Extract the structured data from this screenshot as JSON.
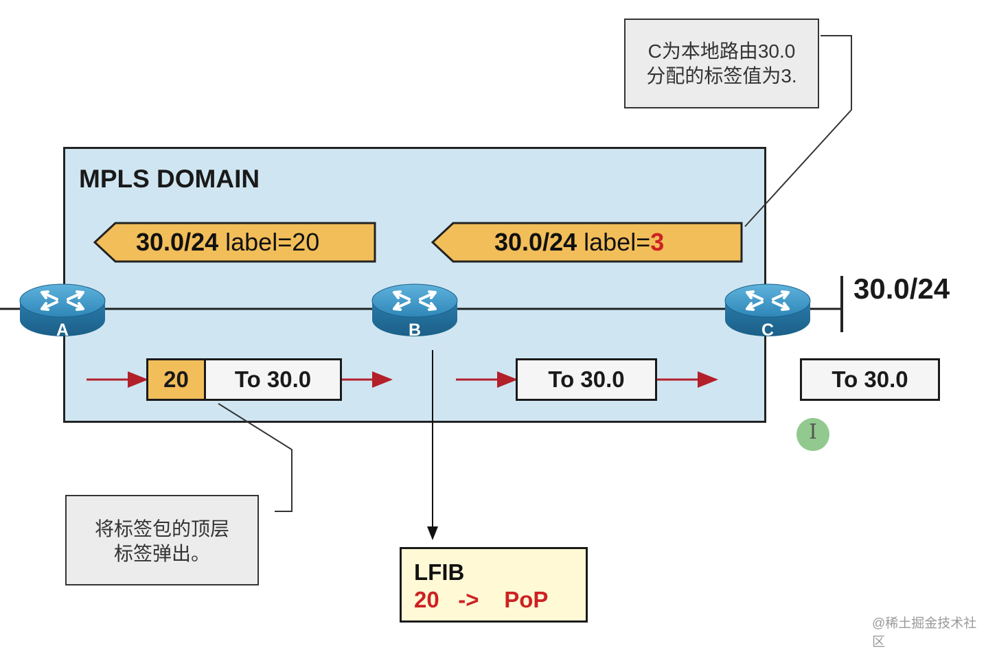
{
  "domain_title": "MPLS DOMAIN",
  "callouts": {
    "top": [
      "C为本地路由30.0",
      "分配的标签值为3."
    ],
    "bottom": [
      "将标签包的顶层",
      "标签弹出。"
    ]
  },
  "advertisements": [
    {
      "prefix": "30.0/24",
      "label_text": "label=20",
      "label_value": ""
    },
    {
      "prefix": "30.0/24",
      "label_text": "label=",
      "label_value": "3"
    }
  ],
  "routers": [
    {
      "letter": "A"
    },
    {
      "letter": "B"
    },
    {
      "letter": "C"
    }
  ],
  "network": "30.0/24",
  "packets": {
    "labeled": {
      "label": "20",
      "dest": "To 30.0"
    },
    "after_b": {
      "dest": "To 30.0"
    },
    "after_c": {
      "dest": "To 30.0"
    }
  },
  "lfib": {
    "title": "LFIB",
    "in_label": "20",
    "arrow": "->",
    "action": "PoP"
  },
  "colors": {
    "domain_fill": "#cfe6f2",
    "label_fill": "#f2be5a",
    "arrow_red": "#b3202a",
    "highlight_red": "#cc2222",
    "router_blue": "#2f87b8"
  },
  "cursor_icon": "text-cursor-icon",
  "watermark": "@稀土掘金技术社区"
}
